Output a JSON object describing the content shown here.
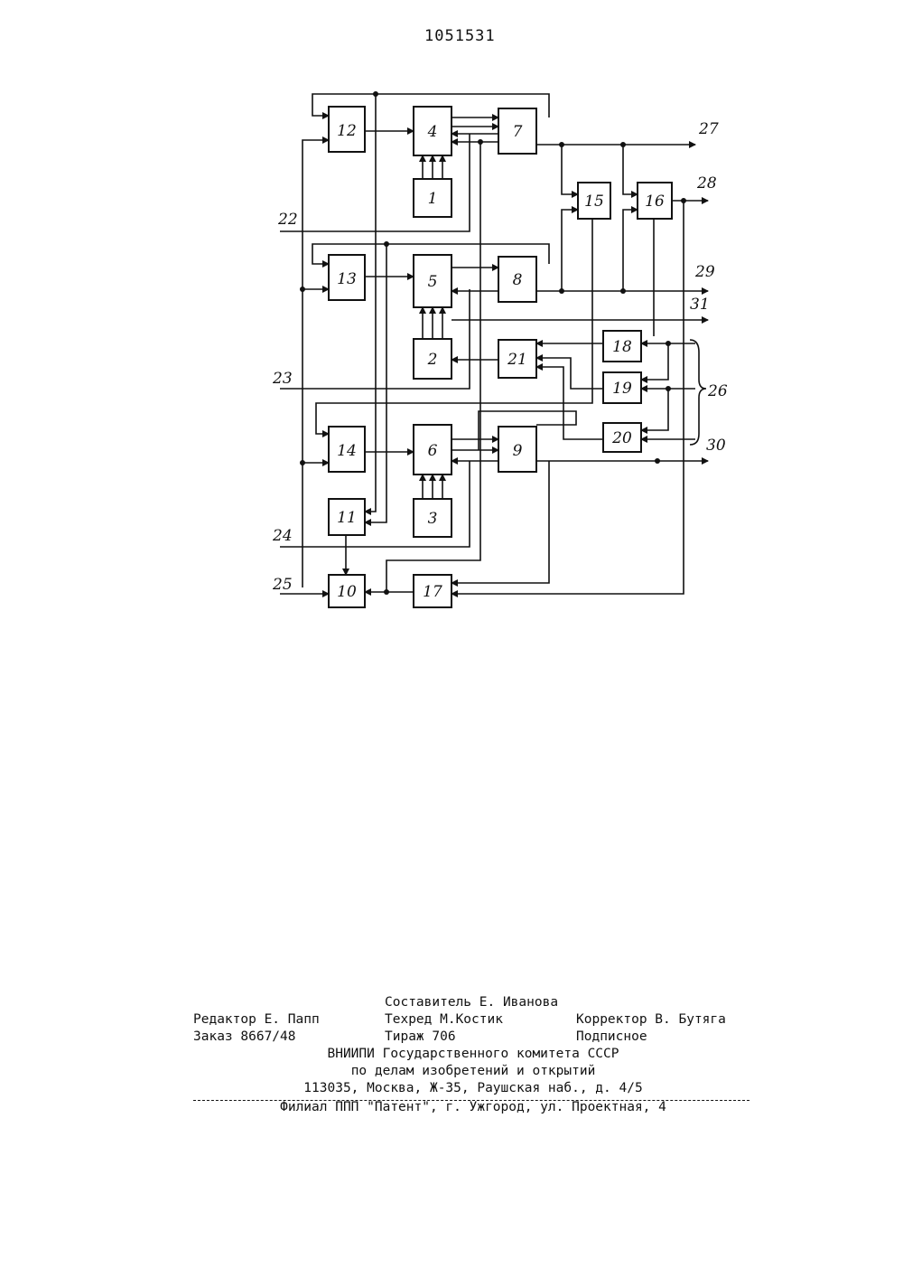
{
  "header": {
    "patent_number": "1051531"
  },
  "diagram": {
    "blocks": [
      "1",
      "2",
      "3",
      "4",
      "5",
      "6",
      "7",
      "8",
      "9",
      "10",
      "11",
      "12",
      "13",
      "14",
      "15",
      "16",
      "17",
      "18",
      "19",
      "20",
      "21"
    ],
    "terminals": [
      "22",
      "23",
      "24",
      "25",
      "26",
      "27",
      "28",
      "29",
      "30",
      "31"
    ]
  },
  "colophon": {
    "composer": "Составитель Е. Иванова",
    "editor": "Редактор Е. Папп",
    "techred": "Техред М.Костик",
    "corrector": "Корректор В. Бутяга",
    "order": "Заказ 8667/48",
    "circulation": "Тираж 706",
    "subscription": "Подписное",
    "org_line1": "ВНИИПИ Государственного комитета СССР",
    "org_line2": "по делам изобретений и открытий",
    "address": "113035, Москва, Ж-35, Раушская наб., д. 4/5",
    "branch": "Филиал ППП \"Патент\", г. Ужгород, ул. Проектная, 4"
  }
}
